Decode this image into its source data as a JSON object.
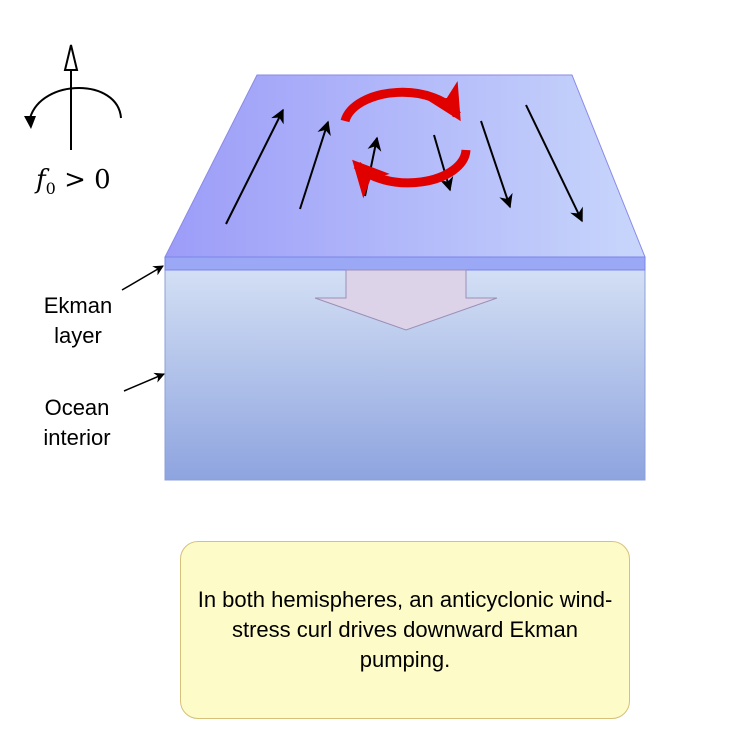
{
  "rotation": {
    "symbol": "f",
    "subscript": "0",
    "condition": "> 0"
  },
  "labels": {
    "ekman_line1": "Ekman",
    "ekman_line2": "layer",
    "ocean_line1": "Ocean",
    "ocean_line2": "interior"
  },
  "note": {
    "text": "In both hemispheres, an anticyclonic wind-stress curl drives downward Ekman pumping."
  },
  "colors": {
    "surface_left": "#9c9cf8",
    "surface_right": "#c8d6fb",
    "ocean_top": "#d3dff4",
    "ocean_bottom": "#8ea4df",
    "ekman_band": "#9aa8f6",
    "curl_arrow": "#e00000",
    "pumping_arrow": "#ddd3e8",
    "note_fill": "#fdfbc8"
  },
  "icons": [
    "rotation-axis-icon",
    "anticyclonic-curl-icon",
    "downward-pumping-arrow-icon"
  ]
}
